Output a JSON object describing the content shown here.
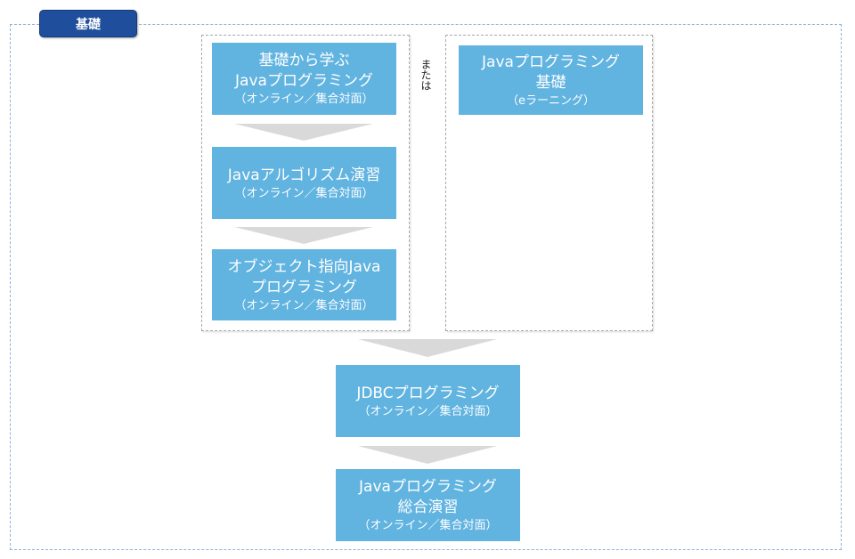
{
  "tag": {
    "label": "基礎"
  },
  "or_label": "または",
  "course_basic": {
    "title": "基礎から学ぶ\nJavaプログラミング",
    "format": "（オンライン／集合対面）"
  },
  "course_algorithm": {
    "title": "Javaアルゴリズム演習",
    "format": "（オンライン／集合対面）"
  },
  "course_oop": {
    "title": "オブジェクト指向Java\nプログラミング",
    "format": "（オンライン／集合対面）"
  },
  "course_elearning": {
    "title": "Javaプログラミング\n基礎",
    "format": "（eラーニング）"
  },
  "course_jdbc": {
    "title": "JDBCプログラミング",
    "format": "（オンライン／集合対面）"
  },
  "course_comprehensive": {
    "title": "Javaプログラミング\n総合演習",
    "format": "（オンライン／集合対面）"
  },
  "colors": {
    "box_fill": "#61b3e0",
    "tag_fill": "#1f4e9c",
    "arrow_fill": "#d9d9d9",
    "frame_border": "#8fb3d6"
  }
}
